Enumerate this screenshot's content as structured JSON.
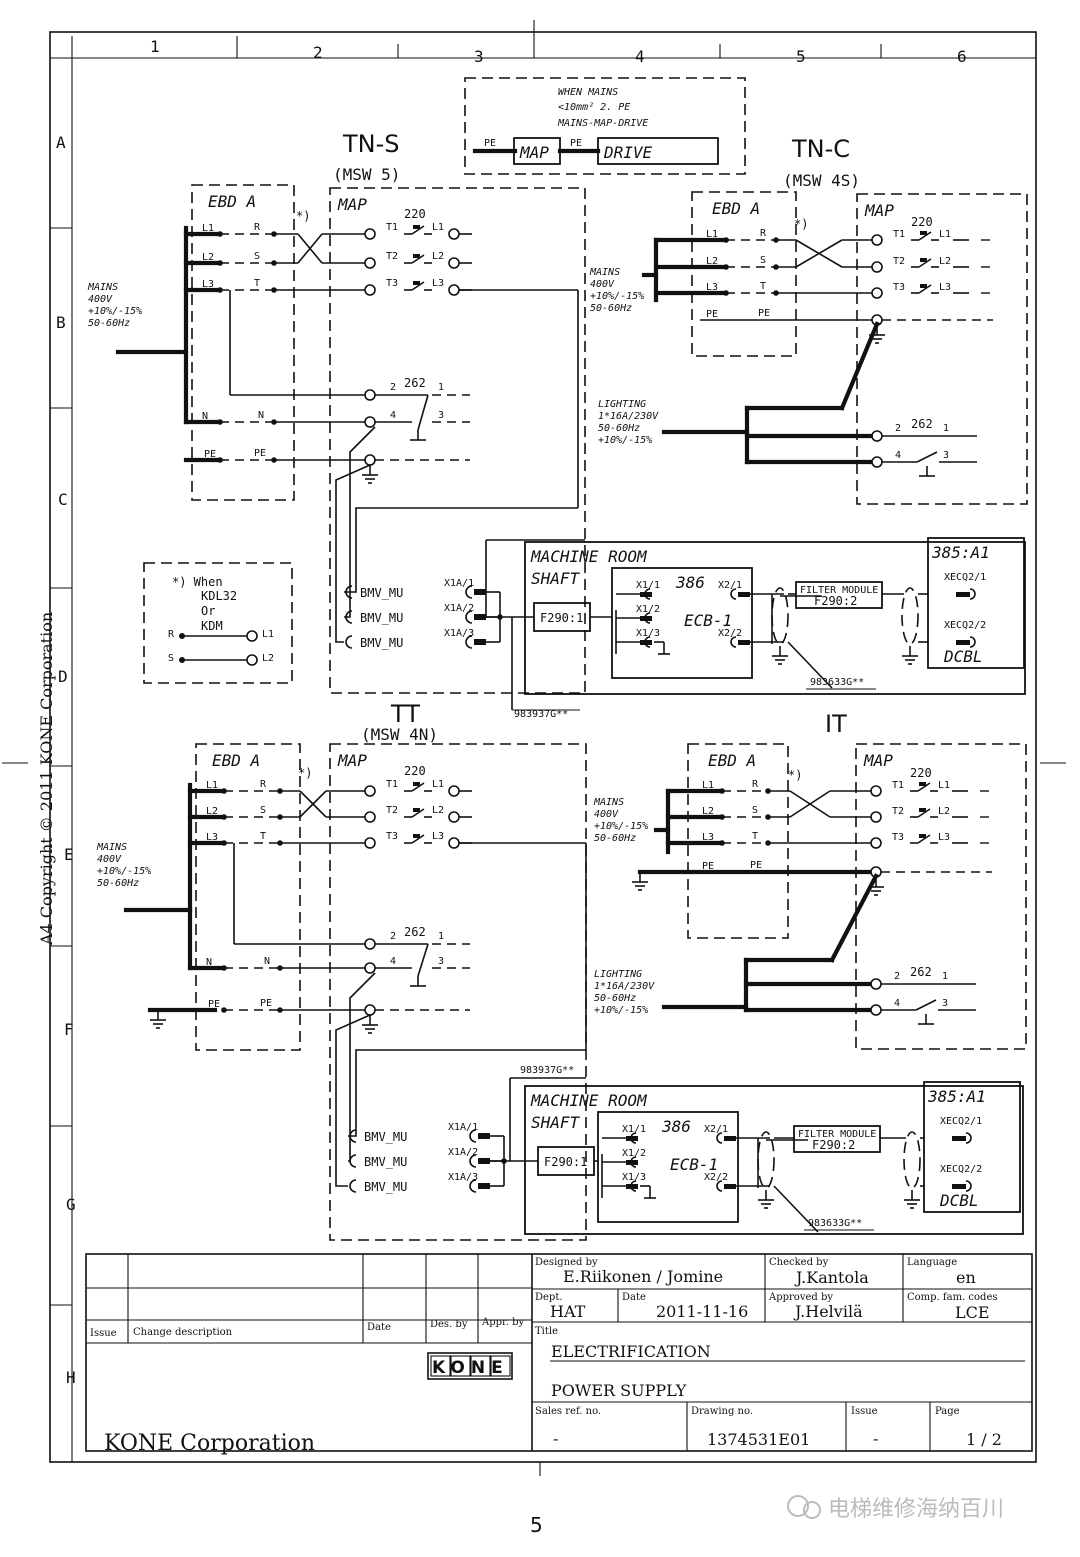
{
  "grid": {
    "columns": [
      "1",
      "2",
      "3",
      "4",
      "5",
      "6"
    ],
    "rows": [
      "A",
      "B",
      "C",
      "D",
      "E",
      "F",
      "G",
      "H"
    ]
  },
  "copyright": "A4   Copyright © 2011 KONE Corporation",
  "note_top": [
    "WHEN MAINS",
    "<10mm² 2. PE",
    "MAINS-MAP-DRIVE"
  ],
  "note_top_blocks": {
    "pe1": "PE",
    "map": "MAP",
    "pe2": "PE",
    "drive": "DRIVE"
  },
  "kdl_note": {
    "title": "*) When",
    "lines": [
      "KDL32",
      "Or",
      "KDM"
    ],
    "r": "R",
    "s": "S",
    "l1": "L1",
    "l2": "L2"
  },
  "systems": {
    "tns": {
      "title": "TN-S",
      "sub": "(MSW 5)"
    },
    "tnc": {
      "title": "TN-C",
      "sub": "(MSW 4S)"
    },
    "tt": {
      "title": "TT",
      "sub": "(MSW 4N)"
    },
    "it": {
      "title": "IT",
      "sub": ""
    }
  },
  "labels": {
    "ebd": "EBD A",
    "map": "MAP",
    "k220": "220",
    "k262": "262",
    "star": "*)",
    "mains": [
      "MAINS",
      "400V",
      "+10%/-15%",
      "50-60Hz"
    ],
    "lighting": [
      "LIGHTING",
      "1*16A/230V",
      "50-60Hz",
      "+10%/-15%"
    ],
    "phases_in": [
      "L1",
      "L2",
      "L3"
    ],
    "phases_mid": [
      "R",
      "S",
      "T"
    ],
    "tmap": [
      "T1",
      "T2",
      "T3"
    ],
    "lmap": [
      "L1",
      "L2",
      "L3"
    ],
    "n": "N",
    "pe": "PE",
    "c2": "2",
    "c1": "1",
    "c4": "4",
    "c3": "3",
    "bmv": "BMV_MU",
    "x1a": [
      "X1A/1",
      "X1A/2",
      "X1A/3"
    ],
    "machine_room": "MACHINE ROOM",
    "shaft": "SHAFT",
    "f290_1": "F290:1",
    "k386": "386",
    "ecb": "ECB-1",
    "x1": [
      "X1/1",
      "X1/2",
      "X1/3"
    ],
    "x2": [
      "X2/1",
      "X2/2"
    ],
    "filter": [
      "FILTER MODULE",
      "F290:2"
    ],
    "k385": "385:A1",
    "xecq": [
      "XECQ2/1",
      "XECQ2/2"
    ],
    "dcbl": "DCBL",
    "cable1": "983633G**",
    "cable2": "983937G**"
  },
  "title_block": {
    "designed_by_label": "Designed by",
    "designed_by": "E.Riikonen / Jomine",
    "checked_by_label": "Checked by",
    "checked_by": "J.Kantola",
    "language_label": "Language",
    "language": "en",
    "dept_label": "Dept.",
    "dept": "HAT",
    "date_label": "Date",
    "date": "2011-11-16",
    "approved_label": "Approved by",
    "approved_by": "J.Helvilä",
    "comp_label": "Comp. fam. codes",
    "comp": "LCE",
    "title_label": "Title",
    "title1": "ELECTRIFICATION",
    "title2": "POWER SUPPLY",
    "sales_label": "Sales ref. no.",
    "sales": "-",
    "drawing_label": "Drawing no.",
    "drawing": "1374531E01",
    "issue_label": "Issue",
    "issue": "-",
    "page_label": "Page",
    "page": "1 / 2",
    "rev_issue": "Issue",
    "rev_change": "Change description",
    "rev_date": "Date",
    "rev_des": "Des. by",
    "rev_appr": "Appr. by",
    "logo": "KONE",
    "company": "KONE Corporation"
  },
  "page_number": "5",
  "watermark": "电梯维修海纳百川"
}
